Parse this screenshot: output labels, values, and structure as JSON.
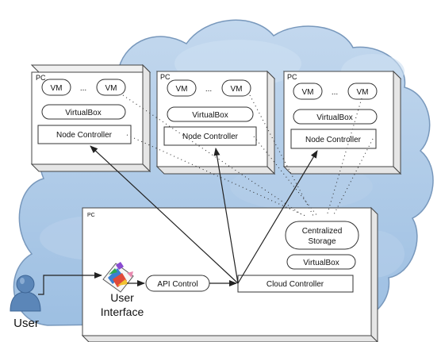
{
  "nodes": [
    {
      "pc_label": "PC",
      "vm_left": "VM",
      "ellipsis": "...",
      "vm_right": "VM",
      "hypervisor": "VirtualBox",
      "controller": "Node Controller"
    },
    {
      "pc_label": "PC",
      "vm_left": "VM",
      "ellipsis": "...",
      "vm_right": "VM",
      "hypervisor": "VirtualBox",
      "controller": "Node Controller"
    },
    {
      "pc_label": "PC",
      "vm_left": "VM",
      "ellipsis": "...",
      "vm_right": "VM",
      "hypervisor": "VirtualBox",
      "controller": "Node Controller"
    }
  ],
  "server": {
    "pc_label": "PC",
    "storage_line1": "Centralized",
    "storage_line2": "Storage",
    "hypervisor": "VirtualBox",
    "cloud_controller": "Cloud Controller",
    "api_control": "API Control",
    "user_interface_line1": "User",
    "user_interface_line2": "Interface"
  },
  "user": {
    "label": "User"
  },
  "colors": {
    "cloud_fill": "#aac8e6",
    "cloud_stroke": "#7898bc",
    "box_fill": "#ffffff",
    "box_side": "#e6e6e6",
    "line": "#222222",
    "user_icon": "#5b86b8"
  }
}
